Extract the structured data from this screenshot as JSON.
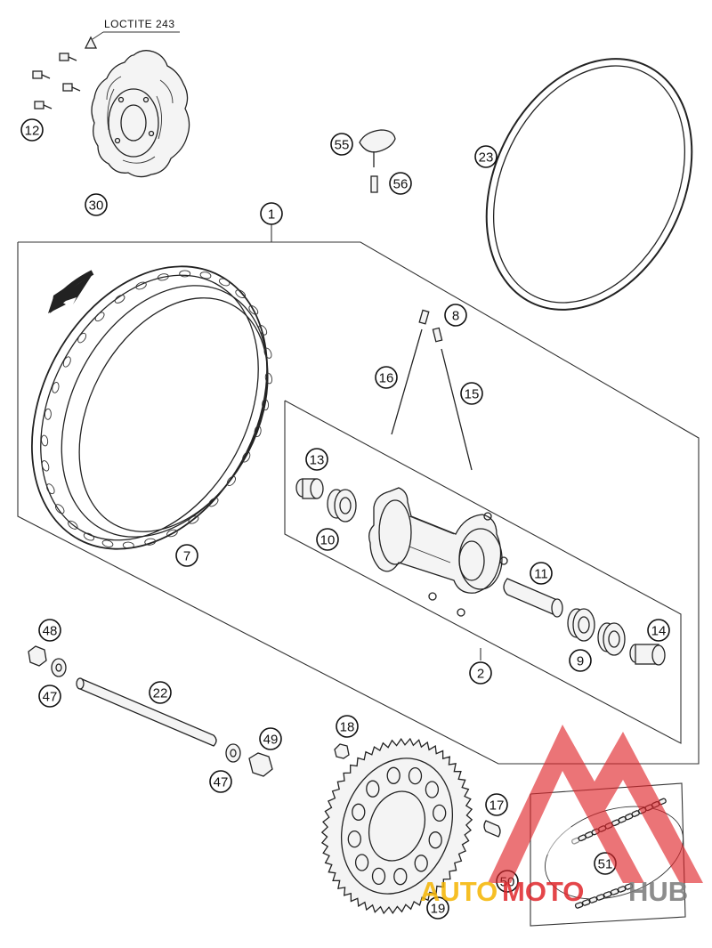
{
  "note": {
    "loctite": "LOCTITE 243"
  },
  "callouts": {
    "c1": "1",
    "c2": "2",
    "c7": "7",
    "c8": "8",
    "c9": "9",
    "c10": "10",
    "c11": "11",
    "c12": "12",
    "c13": "13",
    "c14": "14",
    "c15": "15",
    "c16": "16",
    "c17": "17",
    "c18": "18",
    "c19": "19",
    "c22": "22",
    "c23": "23",
    "c30": "30",
    "c47a": "47",
    "c47b": "47",
    "c48": "48",
    "c49": "49",
    "c50": "50",
    "c51": "51",
    "c55": "55",
    "c56": "56"
  },
  "watermark": {
    "part1": "AUTO",
    "part2": "MOTO",
    "part3": "HUB",
    "color_red": "#e0262b",
    "color_yellow": "#f5b400",
    "color_gray": "#7a7a7a"
  }
}
